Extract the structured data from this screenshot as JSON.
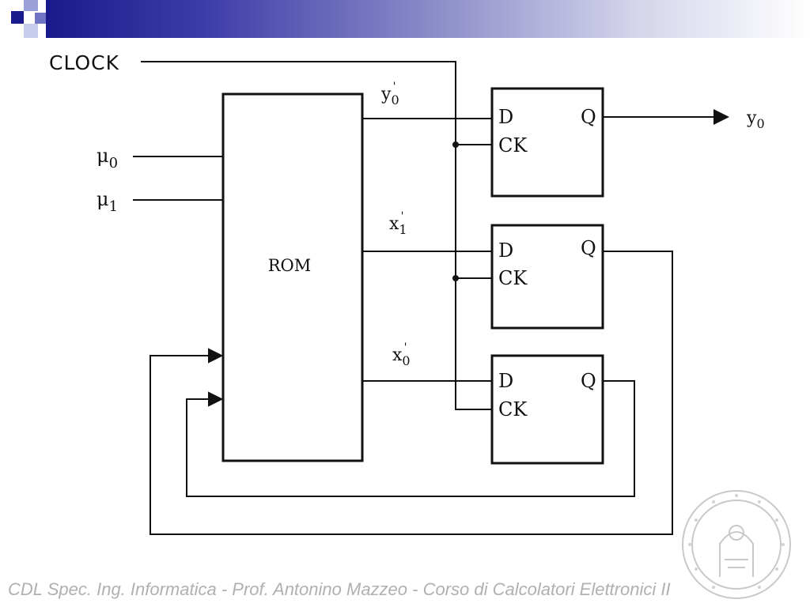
{
  "diagram": {
    "clock_label": "CLOCK",
    "rom_label": "ROM",
    "inputs": [
      {
        "label": "μ",
        "sub": "0"
      },
      {
        "label": "μ",
        "sub": "1"
      }
    ],
    "rom_outputs": [
      {
        "label": "y",
        "sub": "0",
        "prime": "'"
      },
      {
        "label": "x",
        "sub": "1",
        "prime": "'"
      },
      {
        "label": "x",
        "sub": "0",
        "prime": "'"
      }
    ],
    "flipflops": [
      {
        "d": "D",
        "ck": "CK",
        "q": "Q"
      },
      {
        "d": "D",
        "ck": "CK",
        "q": "Q"
      },
      {
        "d": "D",
        "ck": "CK",
        "q": "Q"
      }
    ],
    "output": {
      "label": "y",
      "sub": "0"
    }
  },
  "footer": {
    "text": "CDL Spec. Ing. Informatica - Prof. Antonino Mazzeo  -  Corso di Calcolatori Elettronici II"
  },
  "colors": {
    "header_dark": "#1a1a8c",
    "footer_text": "#b0b0b0",
    "seal": "#c9c9c9"
  }
}
